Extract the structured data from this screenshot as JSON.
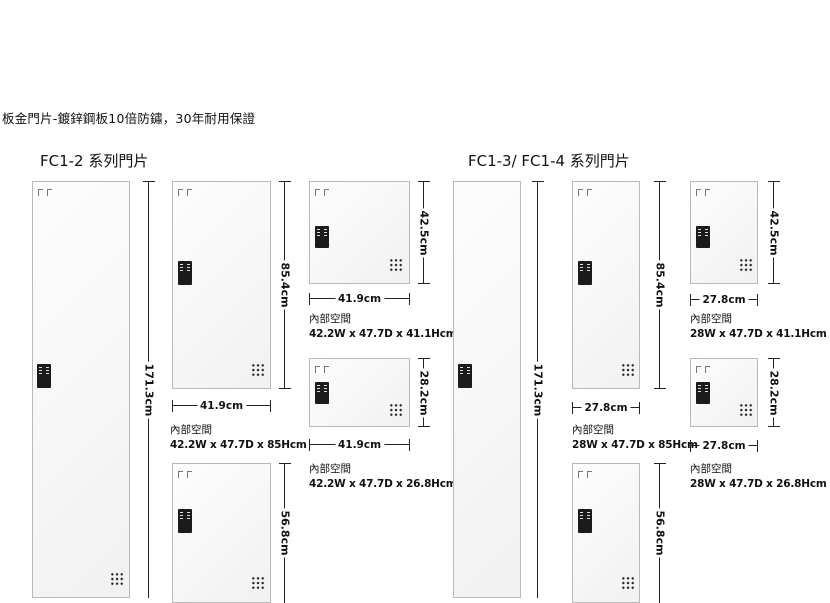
{
  "heading": "板金門片-鍍鋅鋼板10倍防鏽，30年耐用保證",
  "series": [
    {
      "title": "FC1-2 系列門片",
      "full_height": "171.3cm",
      "doors": [
        {
          "height": "85.4cm",
          "width": "41.9cm",
          "space_label": "內部空間",
          "space_value": "42.2W x 47.7D x 85Hcm"
        },
        {
          "height": "56.8cm"
        },
        {
          "height": "42.5cm",
          "width": "41.9cm",
          "space_label": "內部空間",
          "space_value": "42.2W x 47.7D x 41.1Hcm"
        },
        {
          "height": "28.2cm",
          "width": "41.9cm",
          "space_label": "內部空間",
          "space_value": "42.2W x 47.7D x 26.8Hcm"
        }
      ]
    },
    {
      "title": "FC1-3/ FC1-4 系列門片",
      "full_height": "171.3cm",
      "doors": [
        {
          "height": "85.4cm",
          "width": "27.8cm",
          "space_label": "內部空間",
          "space_value": "28W x 47.7D x 85Hcm"
        },
        {
          "height": "56.8cm"
        },
        {
          "height": "42.5cm",
          "width": "27.8cm",
          "space_label": "內部空間",
          "space_value": "28W x 47.7D x 41.1Hcm"
        },
        {
          "height": "28.2cm",
          "width": "27.8cm",
          "space_label": "內部空間",
          "space_value": "28W x 47.7D x 26.8Hcm"
        }
      ]
    }
  ]
}
